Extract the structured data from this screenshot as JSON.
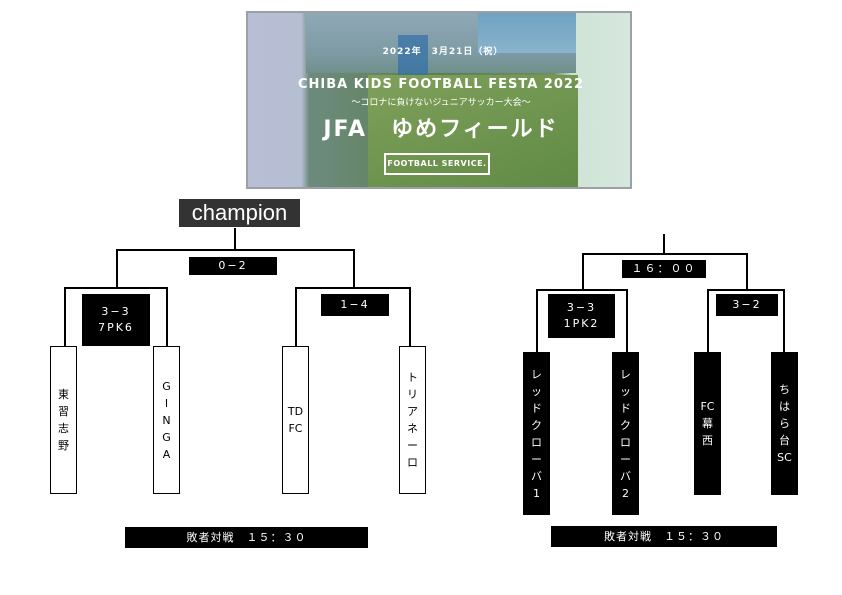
{
  "banner": {
    "date": "2022年　3月21日（祝）",
    "festival": "CHIBA  KIDS FOOTBALL   FESTA   2022",
    "subtitle": "〜コロナに負けないジュニアサッカー大会〜",
    "venue": "JFA　ゆめフィールド",
    "sponsor": "FOOTBALL SERVICE."
  },
  "left_bracket": {
    "champion_label": "champion",
    "final_score": "0−2",
    "semi1": {
      "score": "3−3",
      "pk": "7PK6",
      "team1": [
        "東",
        "習",
        "志",
        "野"
      ],
      "team2": [
        "G",
        "I",
        "N",
        "G",
        "A"
      ]
    },
    "semi2": {
      "score": "1−4",
      "team1": [
        "TD",
        "FC"
      ],
      "team2": [
        "ト",
        "リ",
        "ア",
        "ネ",
        "ー",
        "ロ"
      ]
    },
    "bottom_label": "敗者対戦　１５：３０"
  },
  "right_bracket": {
    "final_time": "１６：００",
    "semi1": {
      "score": "3−3",
      "pk": "1PK2",
      "team1": [
        "レ",
        "ッ",
        "ド",
        "ク",
        "ロ",
        "ー",
        "バ",
        "1"
      ],
      "team2": [
        "レ",
        "ッ",
        "ド",
        "ク",
        "ロ",
        "ー",
        "バ",
        "2"
      ]
    },
    "semi2": {
      "score": "3−2",
      "team1": [
        "FC",
        "幕",
        "西"
      ],
      "team2": [
        "ち",
        "は",
        "ら",
        "台",
        "SC"
      ]
    },
    "bottom_label": "敗者対戦　１５：３０"
  }
}
